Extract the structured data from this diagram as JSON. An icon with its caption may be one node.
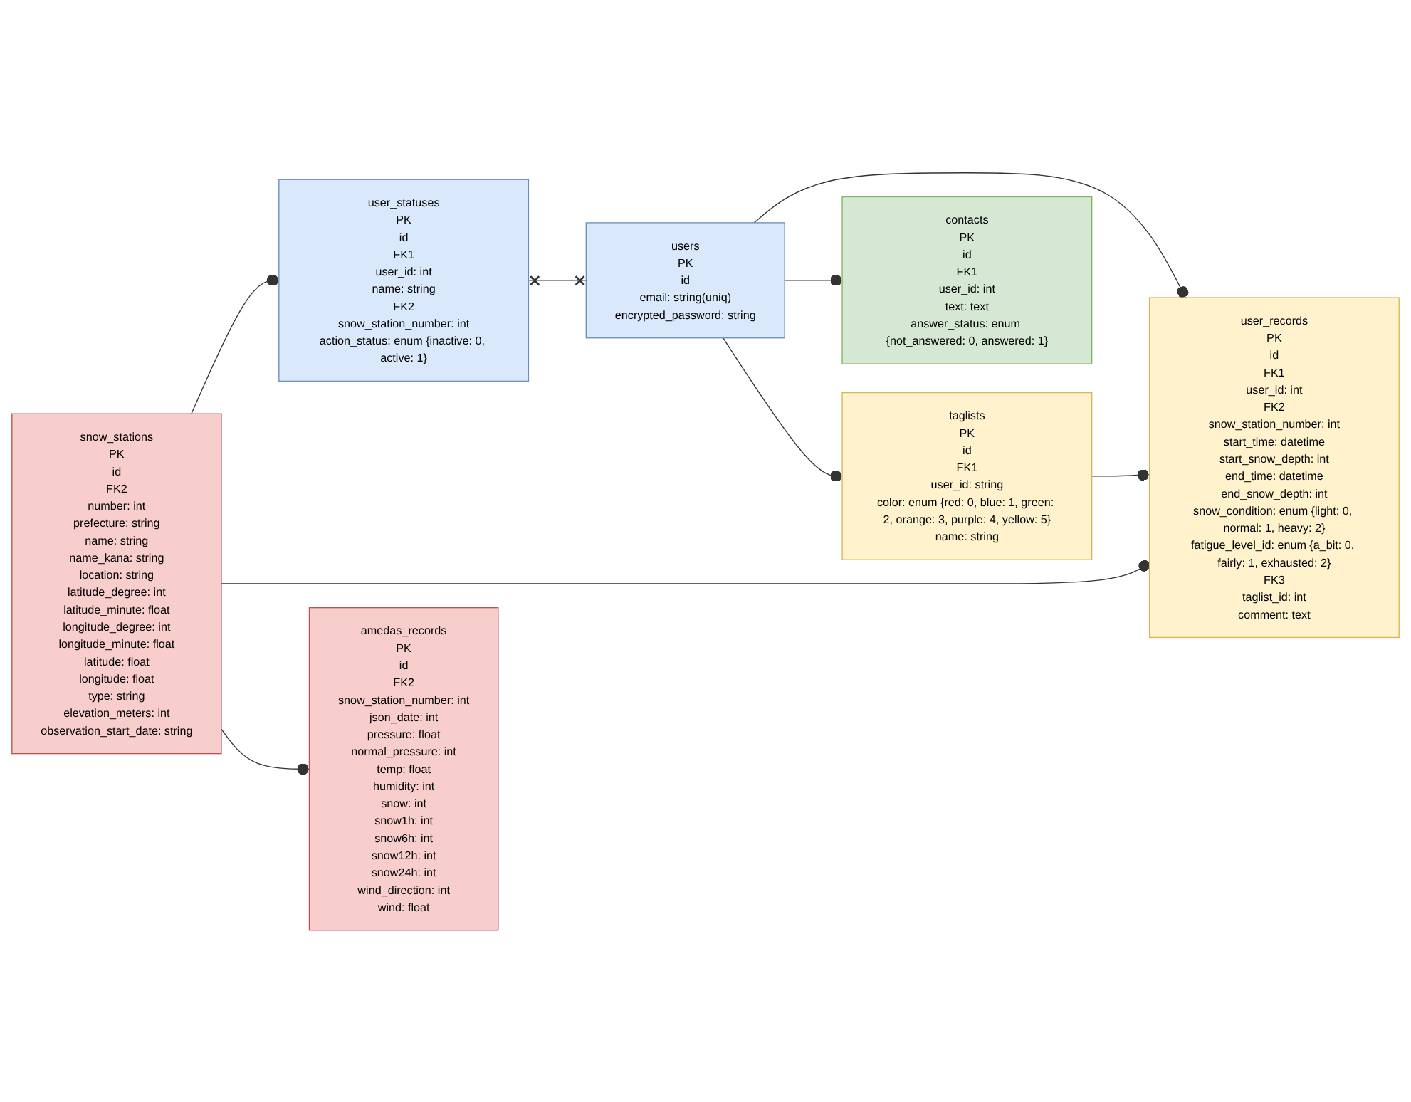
{
  "diagram": {
    "nodes": [
      {
        "text": [
          "user_statuses",
          "PK",
          "id",
          "FK1",
          "user_id: int",
          "name: string",
          "FK2",
          "snow_station_number: int",
          "action_status: enum {inactive: 0, active: 1}"
        ]
      },
      {
        "text": [
          "user_records",
          "PK",
          "id",
          "FK1",
          "user_id: int",
          "FK2",
          "snow_station_number: int",
          "start_time: datetime",
          "start_snow_depth: int",
          "end_time: datetime",
          "end_snow_depth: int",
          "snow_condition: enum {light: 0, normal: 1, heavy: 2}",
          "fatigue_level_id: enum {a_bit: 0, fairly: 1, exhausted: 2}",
          "FK3",
          "taglist_id: int",
          "comment: text"
        ]
      },
      {
        "text": [
          "snow_stations",
          "PK",
          "id",
          "FK2",
          "number: int",
          "prefecture: string",
          "name: string",
          "name_kana: string",
          "location: string",
          "latitude_degree: int",
          "latitude_minute: float",
          "longitude_degree: int",
          "longitude_minute: float",
          "latitude: float",
          "longitude: float",
          "type: string",
          "elevation_meters: int",
          "observation_start_date: string"
        ]
      },
      {
        "text": [
          "amedas_records",
          "PK",
          "id",
          "FK2",
          "snow_station_number: int",
          "json_date: int",
          "pressure: float",
          "normal_pressure: int",
          "temp: float",
          "humidity: int",
          "snow: int",
          "snow1h: int",
          "snow6h: int",
          "snow12h: int",
          "snow24h: int",
          "wind_direction: int",
          "wind: float"
        ]
      },
      {
        "text": [
          "users",
          "PK",
          "id",
          "email: string(uniq)",
          "encrypted_password: string"
        ]
      },
      {
        "text": [
          "contacts",
          "PK",
          "id",
          "FK1",
          "user_id: int",
          "text: text",
          "answer_status: enum {not_answered: 0, answered: 1}"
        ]
      },
      {
        "text": [
          "taglists",
          "PK",
          "id",
          "FK1",
          "user_id: string",
          "color: enum {red: 0, blue: 1, green: 2, orange: 3, purple: 4, yellow: 5}",
          "name: string"
        ]
      }
    ],
    "edges": [
      {
        "from": 2,
        "to": 0,
        "arrow": "other"
      },
      {
        "from": 2,
        "to": 1,
        "arrow": "other"
      },
      {
        "from": 2,
        "to": 3,
        "arrow": "other"
      },
      {
        "from": 0,
        "to": 4,
        "arrow": "other"
      },
      {
        "from": 4,
        "to": 1,
        "arrow": "other"
      },
      {
        "from": 4,
        "to": 5,
        "arrow": "other"
      },
      {
        "from": 4,
        "to": 6,
        "arrow": "other"
      },
      {
        "from": 6,
        "to": 1,
        "arrow": "other"
      }
    ]
  }
}
